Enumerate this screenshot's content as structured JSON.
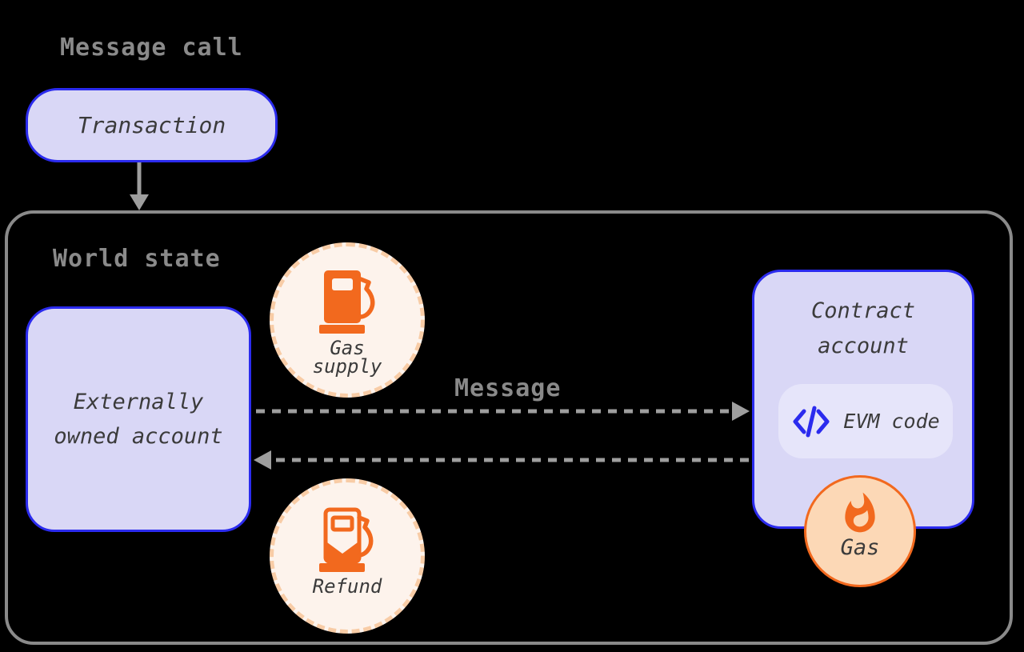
{
  "diagram_title": "Message call",
  "transaction": {
    "label": "Transaction"
  },
  "world_state": {
    "label": "World state",
    "externally_owned_account": {
      "lines": [
        "Externally",
        "owned account"
      ]
    },
    "gas_supply": {
      "icon": "gas-pump-icon",
      "lines": [
        "Gas",
        "supply"
      ]
    },
    "message_arrow": {
      "label": "Message"
    },
    "contract_account": {
      "lines": [
        "Contract",
        "account"
      ],
      "evm_code": {
        "icon": "code-icon",
        "label": "EVM code"
      }
    },
    "gas": {
      "icon": "flame-icon",
      "label": "Gas"
    },
    "refund": {
      "icon": "gas-pump-refund-icon",
      "label": "Refund"
    }
  },
  "colors": {
    "background": "#000000",
    "label_gray": "#8a8a8a",
    "border_gray": "#8a8a8a",
    "arrow_gray": "#9e9e9e",
    "box_fill_lavender": "#d9d7f6",
    "box_border_blue": "#2b2bee",
    "chip_fill": "#e6e5fa",
    "text_dark": "#3b3b3b",
    "orange": "#f2691e",
    "circle_fill_cream": "#fdf3ec",
    "circle_dash_peach": "#f8cca6",
    "gas_circle_fill": "#fcd8b6"
  }
}
